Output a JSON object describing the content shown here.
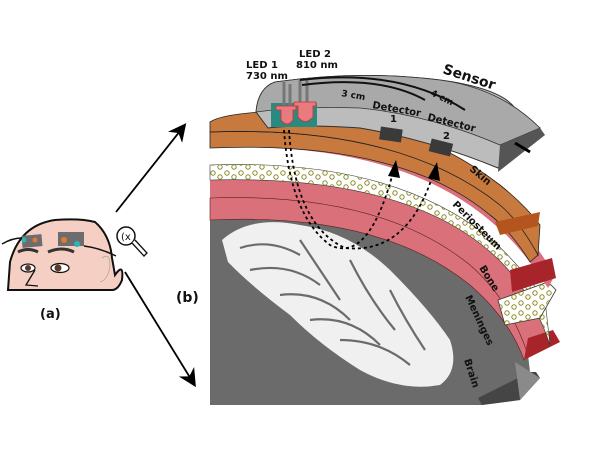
{
  "panel_a": {
    "label": "(a)"
  },
  "panel_b": {
    "label": "(b)"
  },
  "icons": {
    "zoom": "magnifier-icon"
  },
  "sensor": {
    "title": "Sensor",
    "led1": {
      "name": "LED 1",
      "wavelength": "730 nm"
    },
    "led2": {
      "name": "LED 2",
      "wavelength": "810 nm"
    },
    "detector1": {
      "name": "Detector",
      "number": "1",
      "distance": "3 cm"
    },
    "detector2": {
      "name": "Detector",
      "number": "2",
      "distance": "4 cm"
    }
  },
  "layers": [
    {
      "name": "Skin",
      "color": "#c87a3e"
    },
    {
      "name": "Periosteum",
      "color": "#d9707a"
    },
    {
      "name": "Bone",
      "color": "#ffffff"
    },
    {
      "name": "Meninges",
      "color": "#d9707a"
    },
    {
      "name": "Brain",
      "color": "#6b6b6b"
    }
  ],
  "colors": {
    "skin": "#c87a3e",
    "skin_dark": "#b3551c",
    "pink": "#d9707a",
    "pink_dark": "#a7242b",
    "brain": "#6b6b6b",
    "brain_dark": "#4a4a4a",
    "sensor": "#b8b8b8",
    "sensor_dark": "#5a5a5a",
    "led": "#e87a80",
    "led_base": "#2b8a80",
    "face": "#f6cfc4"
  }
}
